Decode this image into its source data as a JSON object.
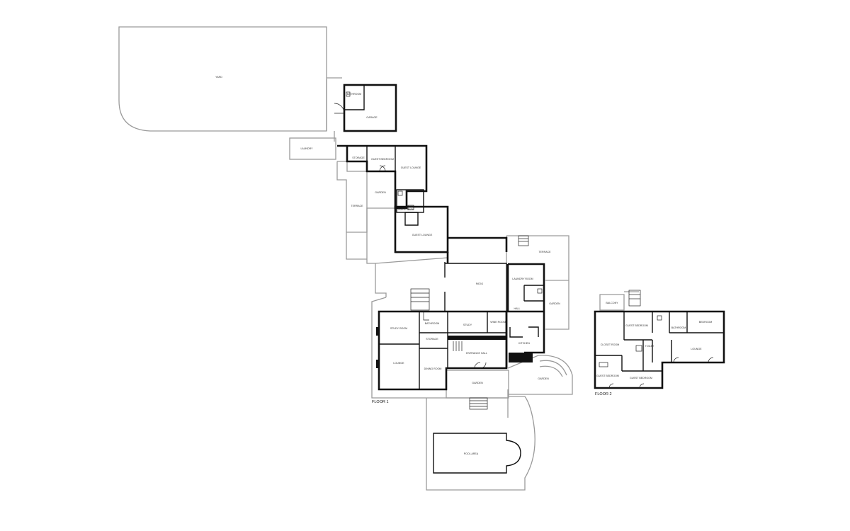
{
  "floors": {
    "floor1": {
      "label": "FLOOR 1"
    },
    "floor2": {
      "label": "FLOOR 2"
    }
  },
  "rooms": {
    "yard": "YARD",
    "laundry": "LAUNDRY",
    "garage": "GARAGE",
    "bath_garage": "BATHROOM",
    "storage": "STORAGE",
    "guest_bedroom": "GUEST BEDROOM",
    "guest_lounge_top": "GUEST LOUNGE",
    "garden_top": "GARDEN",
    "terrace": "TERRACE",
    "guest_bath": "GUEST BATH",
    "guest_lounge_mid": "GUEST LOUNGE",
    "patio": "PATIO",
    "terrace_right": "TERRACE",
    "laundry_room": "LAUNDRY ROOM",
    "garden_right": "GARDEN",
    "hall": "HALL",
    "study_room": "STUDY ROOM",
    "bathroom_f1": "BATHROOM",
    "study": "STUDY",
    "wine_room": "WINE ROOM",
    "storage_f1": "STORAGE",
    "kitchen": "KITCHEN",
    "lounge": "LOUNGE",
    "entrance_hall": "ENTRANCE HALL",
    "dining_room": "DINING ROOM",
    "garden_bottom": "GARDEN",
    "garden_curve": "GARDEN",
    "pool": "POOL AREA",
    "f2_balcony": "BALCONY",
    "f2_guest_bedroom": "GUEST BEDROOM",
    "f2_bathroom": "BATHROOM",
    "f2_bedroom": "BEDROOM",
    "f2_closet_room": "CLOSET ROOM",
    "f2_lounge": "LOUNGE",
    "f2_guest_bedroom_bl": "GUEST BEDROOM",
    "f2_guest_bedroom_bm": "GUEST BEDROOM",
    "f2_toilet": "TOILET"
  }
}
